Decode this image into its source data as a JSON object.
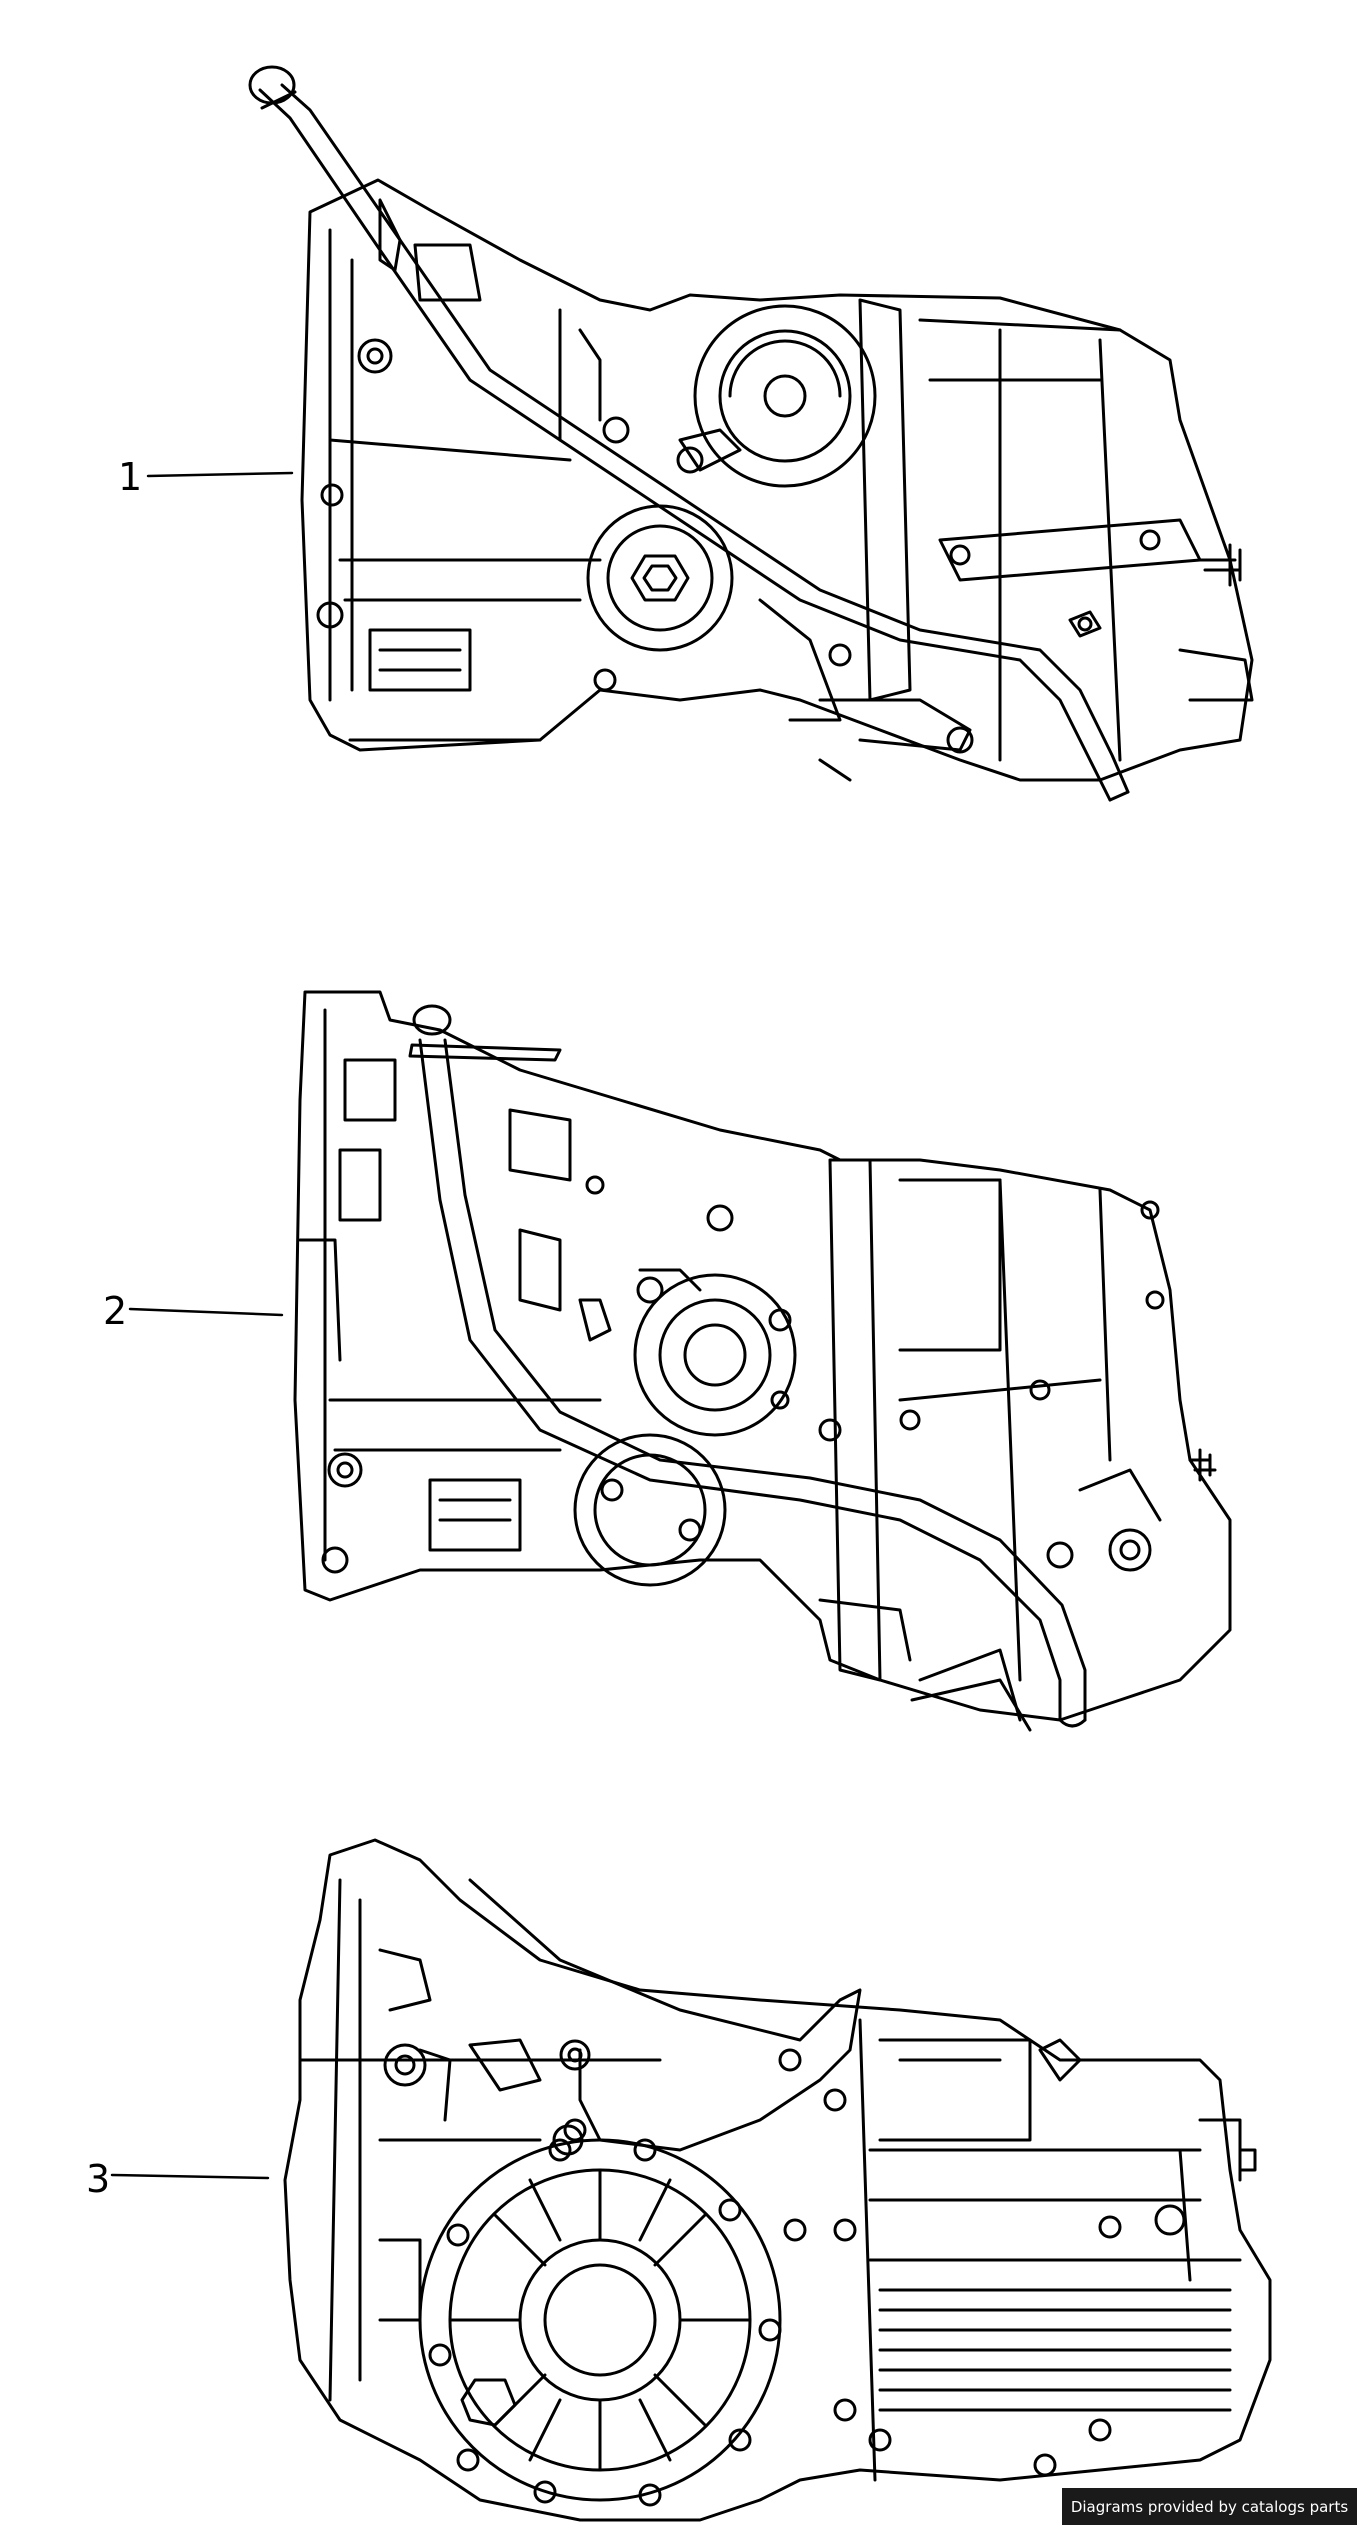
{
  "callouts": [
    {
      "id": "1",
      "label": "1"
    },
    {
      "id": "2",
      "label": "2"
    },
    {
      "id": "3",
      "label": "3"
    }
  ],
  "footer": {
    "credit": "Diagrams provided by catalogs parts",
    "background": "#1a1a1a",
    "text_color": "#ffffff"
  },
  "colors": {
    "line": "#000000",
    "background": "#ffffff"
  },
  "parts": [
    {
      "callout": "1",
      "icon": "automatic-transmission-with-dipstick-tube-icon"
    },
    {
      "callout": "2",
      "icon": "automatic-transmission-with-dipstick-tube-icon"
    },
    {
      "callout": "3",
      "icon": "transmission-housing-with-flange-icon"
    }
  ]
}
